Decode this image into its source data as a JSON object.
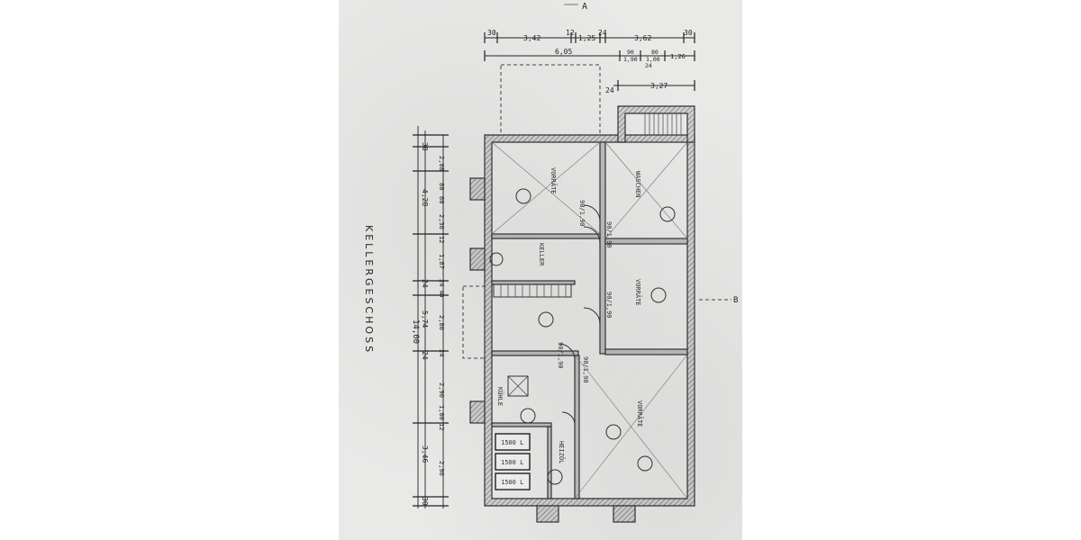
{
  "drawing": {
    "title": "KELLERGESCHOSS",
    "section_top": "A",
    "section_right": "B",
    "section_left": "B"
  },
  "dims_top": {
    "row1": [
      "30",
      "3,42",
      "12",
      "1,25",
      "24",
      "3,62",
      "30"
    ],
    "row2": [
      "6,05",
      "90",
      "1,90",
      "80",
      "1,00",
      "24",
      "1,26"
    ],
    "row3": [
      "24",
      "3,27"
    ]
  },
  "dims_left": {
    "outer": [
      "30",
      "4,28",
      "24",
      "5,74",
      "24",
      "3,46",
      "30"
    ],
    "inner": [
      "2,08",
      "80",
      "60",
      "2,30",
      "12",
      "1,87",
      "24",
      "2,80",
      "24",
      "2,90",
      "1,00",
      "12",
      "2,90"
    ],
    "overall": "14,00"
  },
  "rooms": {
    "vorrate_1": "VORRÄTE",
    "waschen": "WASCHEN",
    "keller": "KELLER",
    "vorrate_2": "VORRÄTE",
    "kuhle": "KÜHLE",
    "vorrate_3": "VORRÄTE",
    "heizol": "HEIZÖL"
  },
  "tanks": [
    "1500 L",
    "1500 L",
    "1500 L"
  ],
  "door_labels": [
    "90/1,90",
    "90/1,90",
    "90/1,90",
    "90/1,90",
    "90/1,90"
  ]
}
